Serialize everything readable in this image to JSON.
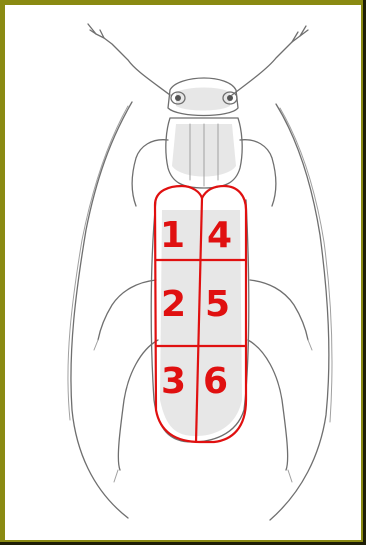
{
  "figure": {
    "cells": [
      {
        "label": "1"
      },
      {
        "label": "4"
      },
      {
        "label": "2"
      },
      {
        "label": "5"
      },
      {
        "label": "3"
      },
      {
        "label": "6"
      }
    ],
    "colors": {
      "frame": "#8a8a12",
      "overlay": "#e01010",
      "sketch": "#6f6f6f"
    }
  }
}
